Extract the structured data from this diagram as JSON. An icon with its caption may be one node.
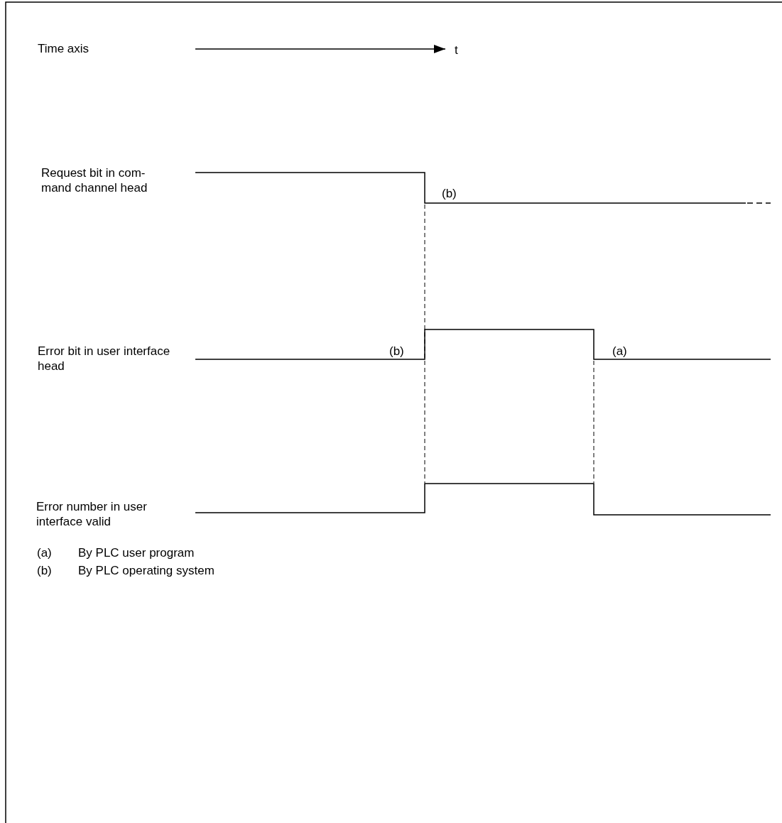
{
  "diagram": {
    "labels": [
      "Time axis",
      "t",
      "Request bit in com- mand channel head",
      "(b)",
      "Error bit in user interface head",
      "(b)",
      "(a)",
      "Error number in user interface valid",
      "(a)",
      "By PLC user program",
      "(b)",
      "By PLC operating system"
    ]
  }
}
